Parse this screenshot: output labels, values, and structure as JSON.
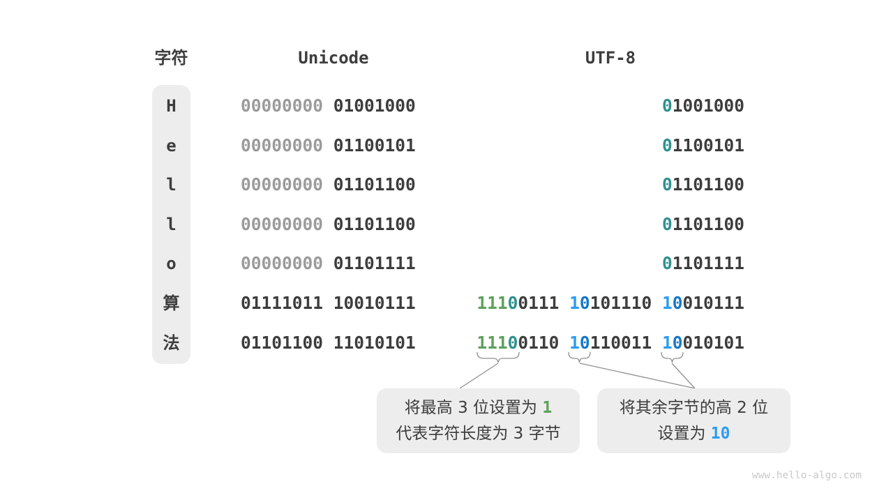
{
  "headers": {
    "char": "字符",
    "unicode": "Unicode",
    "utf8": "UTF-8"
  },
  "rows": [
    {
      "char": "H",
      "unicode": [
        {
          "t": "00000000 ",
          "c": "gray"
        },
        {
          "t": "01001000",
          "c": "dark"
        }
      ],
      "utf8": [
        {
          "t": "0",
          "c": "teal"
        },
        {
          "t": "1001000",
          "c": "dark"
        }
      ]
    },
    {
      "char": "e",
      "unicode": [
        {
          "t": "00000000 ",
          "c": "gray"
        },
        {
          "t": "01100101",
          "c": "dark"
        }
      ],
      "utf8": [
        {
          "t": "0",
          "c": "teal"
        },
        {
          "t": "1100101",
          "c": "dark"
        }
      ]
    },
    {
      "char": "l",
      "unicode": [
        {
          "t": "00000000 ",
          "c": "gray"
        },
        {
          "t": "01101100",
          "c": "dark"
        }
      ],
      "utf8": [
        {
          "t": "0",
          "c": "teal"
        },
        {
          "t": "1101100",
          "c": "dark"
        }
      ]
    },
    {
      "char": "l",
      "unicode": [
        {
          "t": "00000000 ",
          "c": "gray"
        },
        {
          "t": "01101100",
          "c": "dark"
        }
      ],
      "utf8": [
        {
          "t": "0",
          "c": "teal"
        },
        {
          "t": "1101100",
          "c": "dark"
        }
      ]
    },
    {
      "char": "o",
      "unicode": [
        {
          "t": "00000000 ",
          "c": "gray"
        },
        {
          "t": "01101111",
          "c": "dark"
        }
      ],
      "utf8": [
        {
          "t": "0",
          "c": "teal"
        },
        {
          "t": "1101111",
          "c": "dark"
        }
      ]
    },
    {
      "char": "算",
      "unicode": [
        {
          "t": "01111011 10010111",
          "c": "dark"
        }
      ],
      "utf8": [
        {
          "t": "111",
          "c": "green"
        },
        {
          "t": "0",
          "c": "teal"
        },
        {
          "t": "0111 ",
          "c": "dark"
        },
        {
          "t": "1",
          "c": "blue"
        },
        {
          "t": "0",
          "c": "blue2"
        },
        {
          "t": "101110 ",
          "c": "dark"
        },
        {
          "t": "1",
          "c": "blue"
        },
        {
          "t": "0",
          "c": "blue2"
        },
        {
          "t": "010111",
          "c": "dark"
        }
      ]
    },
    {
      "char": "法",
      "unicode": [
        {
          "t": "01101100 11010101",
          "c": "dark"
        }
      ],
      "utf8": [
        {
          "t": "111",
          "c": "green"
        },
        {
          "t": "0",
          "c": "teal"
        },
        {
          "t": "0110 ",
          "c": "dark"
        },
        {
          "t": "1",
          "c": "blue"
        },
        {
          "t": "0",
          "c": "blue2"
        },
        {
          "t": "110011 ",
          "c": "dark"
        },
        {
          "t": "1",
          "c": "blue"
        },
        {
          "t": "0",
          "c": "blue2"
        },
        {
          "t": "010101",
          "c": "dark"
        }
      ]
    }
  ],
  "callouts": {
    "left": {
      "line1_text": "将最高 3 位设置为 ",
      "line1_highlight": "1",
      "line2_text": "代表字符长度为 3 字节"
    },
    "right": {
      "line1_text": "将其余字节的高 2 位",
      "line2_text": "设置为 ",
      "line2_highlight": "10"
    }
  },
  "watermark": "www.hello-algo.com",
  "colors": {
    "green": "#5CA15A",
    "teal": "#2E918F",
    "blue": "#2D9CF0",
    "blue2": "#1878C8",
    "dark": "#3D3D3D",
    "gray": "#9B9B9B",
    "box_bg": "#EDEDED",
    "line": "#8F8F8F",
    "watermark": "#C9C9C9"
  }
}
